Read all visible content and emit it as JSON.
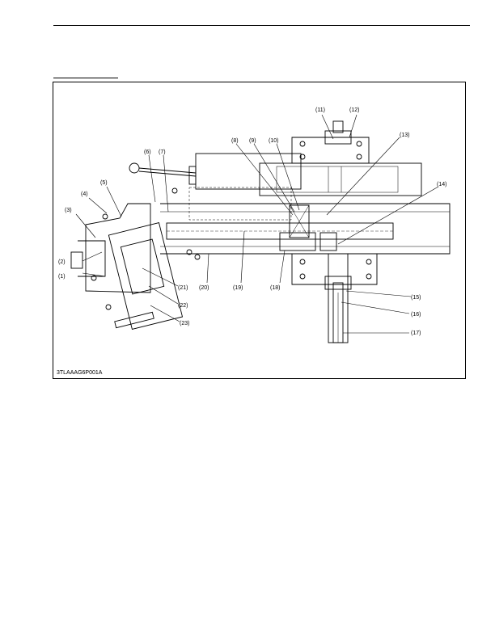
{
  "figure": {
    "code": "3TLAAAG6P001A",
    "callouts": [
      {
        "id": "1",
        "label": "(1)"
      },
      {
        "id": "2",
        "label": "(2)"
      },
      {
        "id": "3",
        "label": "(3)"
      },
      {
        "id": "4",
        "label": "(4)"
      },
      {
        "id": "5",
        "label": "(5)"
      },
      {
        "id": "6",
        "label": "(6)"
      },
      {
        "id": "7",
        "label": "(7)"
      },
      {
        "id": "8",
        "label": "(8)"
      },
      {
        "id": "9",
        "label": "(9)"
      },
      {
        "id": "10",
        "label": "(10)"
      },
      {
        "id": "11",
        "label": "(11)"
      },
      {
        "id": "12",
        "label": "(12)"
      },
      {
        "id": "13",
        "label": "(13)"
      },
      {
        "id": "14",
        "label": "(14)"
      },
      {
        "id": "15",
        "label": "(15)"
      },
      {
        "id": "16",
        "label": "(16)"
      },
      {
        "id": "17",
        "label": "(17)"
      },
      {
        "id": "18",
        "label": "(18)"
      },
      {
        "id": "19",
        "label": "(19)"
      },
      {
        "id": "20",
        "label": "(20)"
      },
      {
        "id": "21",
        "label": "(21)"
      },
      {
        "id": "22",
        "label": "(22)"
      },
      {
        "id": "23",
        "label": "(23)"
      }
    ]
  }
}
